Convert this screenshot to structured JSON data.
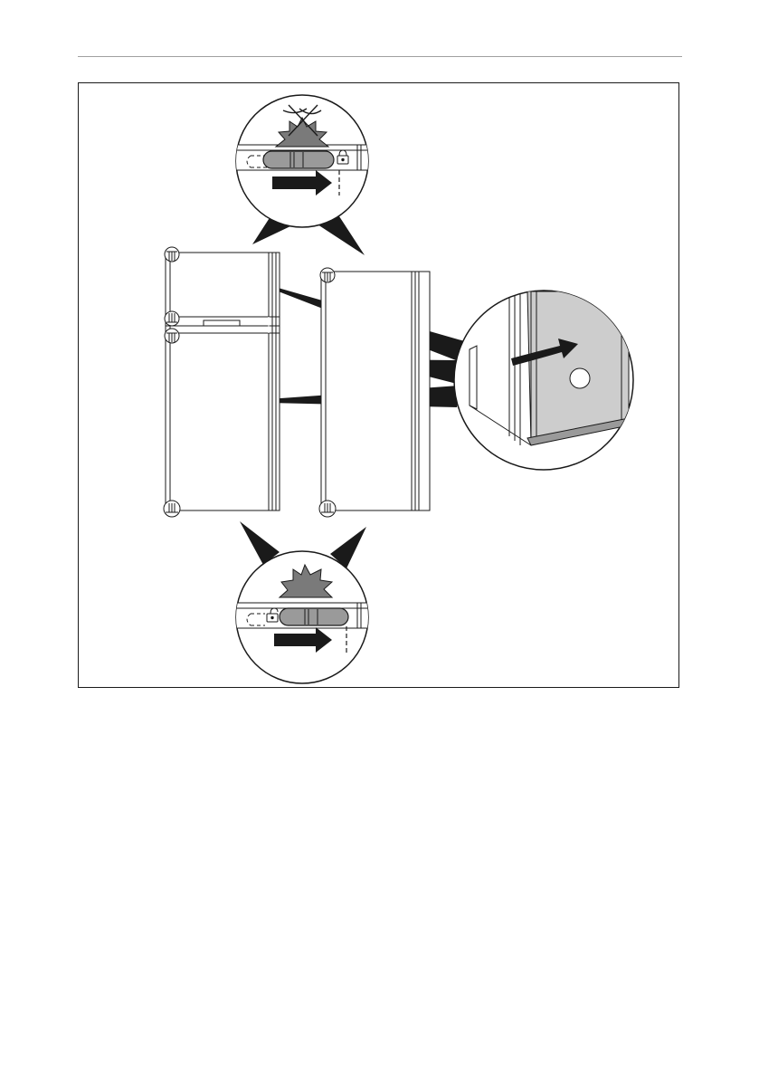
{
  "page": {
    "background": "#ffffff",
    "header_rule_color": "#a0a0a0"
  },
  "figure": {
    "frame_color": "#1a1a1a",
    "line_color": "#1a1a1a",
    "burst_color": "#7a7a7a",
    "latch_color": "#9a9a9a",
    "door_panel_color": "#cdcdcd",
    "callouts": [
      {
        "id": "top",
        "shows": "latch-locked",
        "burst": true,
        "crossed_out": true,
        "lock_icon": "padlock-closed-icon"
      },
      {
        "id": "bottom",
        "shows": "latch-unlocked",
        "burst": true,
        "crossed_out": false,
        "lock_icon": "padlock-open-icon"
      },
      {
        "id": "right",
        "shows": "door-swing",
        "arrow": "curved-arrow-icon"
      }
    ]
  }
}
